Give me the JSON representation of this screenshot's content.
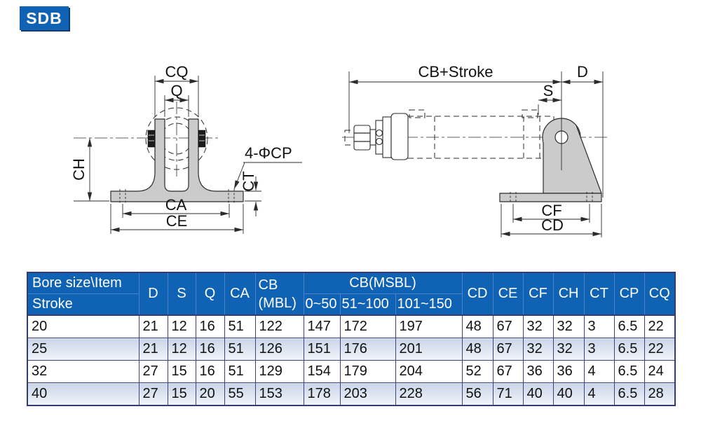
{
  "badge": {
    "label": "SDB"
  },
  "drawing": {
    "front_view": {
      "dim_cq": "CQ",
      "dim_q": "Q",
      "dim_ch": "CH",
      "dim_ca": "CA",
      "dim_ce": "CE",
      "dim_ct": "CT",
      "callout_cp": "4-ΦCP"
    },
    "side_view": {
      "dim_cb_stroke": "CB+Stroke",
      "dim_d": "D",
      "dim_s": "S",
      "dim_cf": "CF",
      "dim_cd": "CD"
    }
  },
  "table": {
    "header": {
      "bore_item": "Bore size\\Item",
      "stroke": "Stroke",
      "d": "D",
      "s": "S",
      "q": "Q",
      "ca": "CA",
      "cb_mbl_line1": "CB",
      "cb_mbl_line2": "(MBL)",
      "cb_msbl": "CB(MSBL)",
      "msbl_ranges": [
        "0~50",
        "51~100",
        "101~150"
      ],
      "cd": "CD",
      "ce": "CE",
      "cf": "CF",
      "ch": "CH",
      "ct": "CT",
      "cp": "CP",
      "cq": "CQ"
    },
    "rows": [
      {
        "bore": "20",
        "values": [
          "21",
          "12",
          "16",
          "51",
          "122",
          "147",
          "172",
          "197",
          "48",
          "67",
          "32",
          "32",
          "3",
          "6.5",
          "22"
        ]
      },
      {
        "bore": "25",
        "values": [
          "21",
          "12",
          "16",
          "51",
          "126",
          "151",
          "176",
          "201",
          "48",
          "67",
          "32",
          "32",
          "3",
          "6.5",
          "22"
        ]
      },
      {
        "bore": "32",
        "values": [
          "27",
          "15",
          "16",
          "51",
          "129",
          "154",
          "179",
          "204",
          "52",
          "67",
          "36",
          "36",
          "4",
          "6.5",
          "24"
        ]
      },
      {
        "bore": "40",
        "values": [
          "27",
          "15",
          "20",
          "55",
          "153",
          "178",
          "203",
          "228",
          "56",
          "71",
          "40",
          "40",
          "4",
          "6.5",
          "28"
        ]
      }
    ]
  },
  "colors": {
    "header_bg": "#1062b4",
    "header_grid": "#4a84ca",
    "body_border": "#3c4178",
    "table_frame": "#353a70",
    "alt_row_top": "#c9d5e7",
    "alt_row_bottom": "#eef2f9",
    "badge_bg": "#1062b4",
    "metal_fill": "#cbcbcb",
    "line": "#2b2b2b"
  }
}
